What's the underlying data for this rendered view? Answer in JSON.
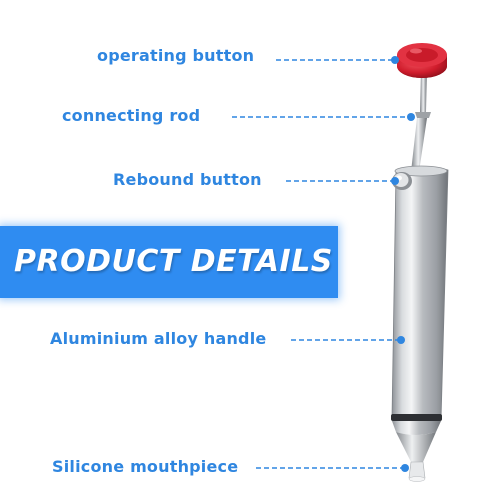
{
  "colors": {
    "accent_blue": "#2f8cf1",
    "label_blue": "#2f86e0",
    "button_red": "#d4202f",
    "metal_gray": "#b9bcc0"
  },
  "callouts": [
    {
      "id": "operating-button",
      "label": "operating button"
    },
    {
      "id": "connecting-rod",
      "label": "connecting rod"
    },
    {
      "id": "rebound-button",
      "label": "Rebound button"
    },
    {
      "id": "aluminium-handle",
      "label": "Aluminium alloy handle"
    },
    {
      "id": "silicone-mouthpiece",
      "label": "Silicone mouthpiece"
    }
  ],
  "banner": {
    "text": "PRODUCT DETAILS"
  }
}
